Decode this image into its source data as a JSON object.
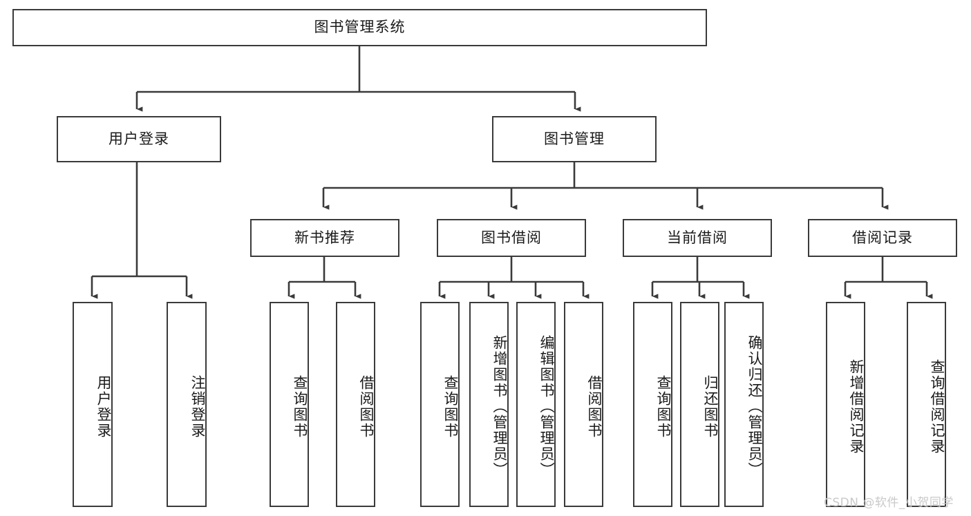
{
  "diagram": {
    "title": "图书管理系统",
    "watermark": "CSDN @软件_小贺同学",
    "stroke_color": "#3a3a3a",
    "text_color": "#1a1a1a",
    "background_color": "#ffffff",
    "nodes": {
      "root": {
        "label": "图书管理系统"
      },
      "level2": [
        {
          "id": "user-login",
          "label": "用户登录"
        },
        {
          "id": "book-management",
          "label": "图书管理"
        }
      ],
      "level3": [
        {
          "id": "new-book-recommend",
          "label": "新书推荐"
        },
        {
          "id": "book-borrow",
          "label": "图书借阅"
        },
        {
          "id": "current-borrow",
          "label": "当前借阅"
        },
        {
          "id": "borrow-record",
          "label": "借阅记录"
        }
      ],
      "level4": [
        {
          "id": "leaf-user-login",
          "label": "用户登录",
          "parent": "user-login"
        },
        {
          "id": "leaf-logout",
          "label": "注销登录",
          "parent": "user-login"
        },
        {
          "id": "leaf-query-book-1",
          "label": "查询图书",
          "parent": "new-book-recommend"
        },
        {
          "id": "leaf-borrow-book-1",
          "label": "借阅图书",
          "parent": "new-book-recommend"
        },
        {
          "id": "leaf-query-book-2",
          "label": "查询图书",
          "parent": "book-borrow"
        },
        {
          "id": "leaf-add-book",
          "label": "新增图书（管理员）",
          "parent": "book-borrow"
        },
        {
          "id": "leaf-edit-book",
          "label": "编辑图书（管理员）",
          "parent": "book-borrow"
        },
        {
          "id": "leaf-borrow-book-2",
          "label": "借阅图书",
          "parent": "book-borrow"
        },
        {
          "id": "leaf-query-book-3",
          "label": "查询图书",
          "parent": "current-borrow"
        },
        {
          "id": "leaf-return-book",
          "label": "归还图书",
          "parent": "current-borrow"
        },
        {
          "id": "leaf-confirm-return",
          "label": "确认归还（管理员）",
          "parent": "current-borrow"
        },
        {
          "id": "leaf-add-record",
          "label": "新增借阅记录",
          "parent": "borrow-record"
        },
        {
          "id": "leaf-query-record",
          "label": "查询借阅记录",
          "parent": "borrow-record"
        }
      ]
    }
  }
}
